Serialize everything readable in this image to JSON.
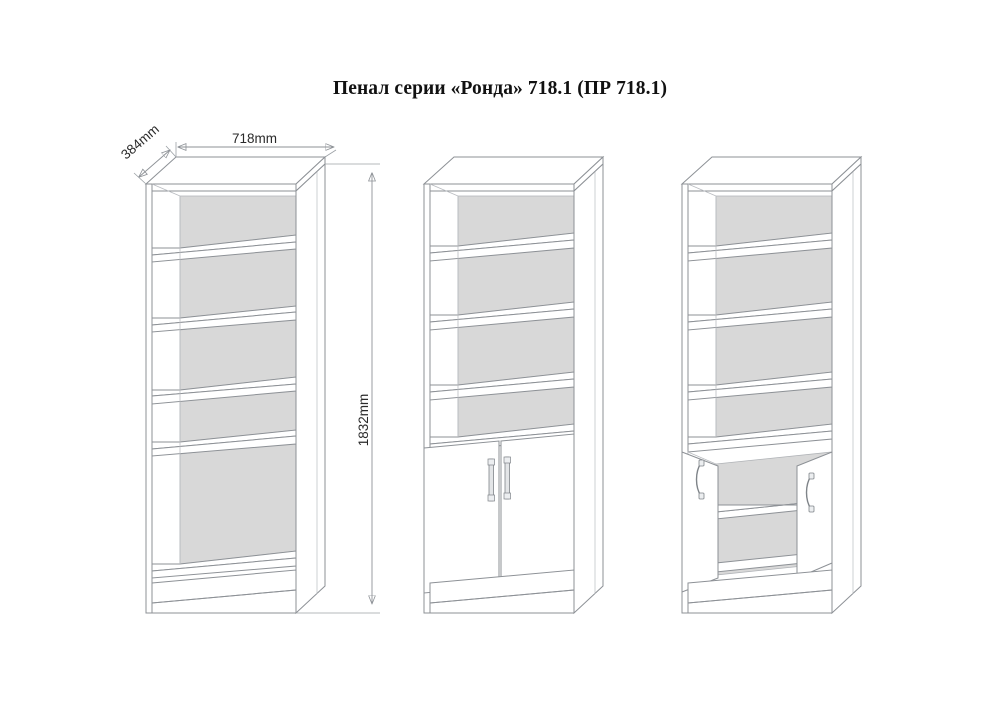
{
  "document": {
    "title": "Пенал серии «Ронда» 718.1 (ПР 718.1)",
    "background_color": "#ffffff"
  },
  "dimensions": {
    "depth": "384mm",
    "width": "718mm",
    "height": "1832mm"
  },
  "style": {
    "line_color": "#8d9196",
    "line_color_dark": "#6e7378",
    "panel_fill": "#d8d8d8",
    "panel_fill_dark": "#cfcfcf",
    "face_fill": "#ffffff",
    "handle_fill": "#e3e5e7",
    "handle_stroke": "#7f8489"
  },
  "views": [
    {
      "id": "view-open-shelving",
      "name": "Пенал без дверей",
      "variant": "open",
      "shelf_count": 4,
      "compartments": 5,
      "has_doors": false,
      "has_plinth": true,
      "dimensioned": true
    },
    {
      "id": "view-doors-closed",
      "name": "Пенал с закрытыми дверями",
      "variant": "doors-closed",
      "shelf_count": 3,
      "compartments": 4,
      "has_doors": true,
      "doors_open": false,
      "door_count": 2,
      "handle_style": "bar-handle",
      "has_plinth": true,
      "dimensioned": false
    },
    {
      "id": "view-doors-open",
      "name": "Пенал с открытыми дверями",
      "variant": "doors-open",
      "shelf_count": 3,
      "compartments": 4,
      "has_doors": true,
      "doors_open": true,
      "door_count": 2,
      "interior_shelf_count": 1,
      "handle_style": "bow-handle",
      "has_plinth": true,
      "dimensioned": false
    }
  ]
}
